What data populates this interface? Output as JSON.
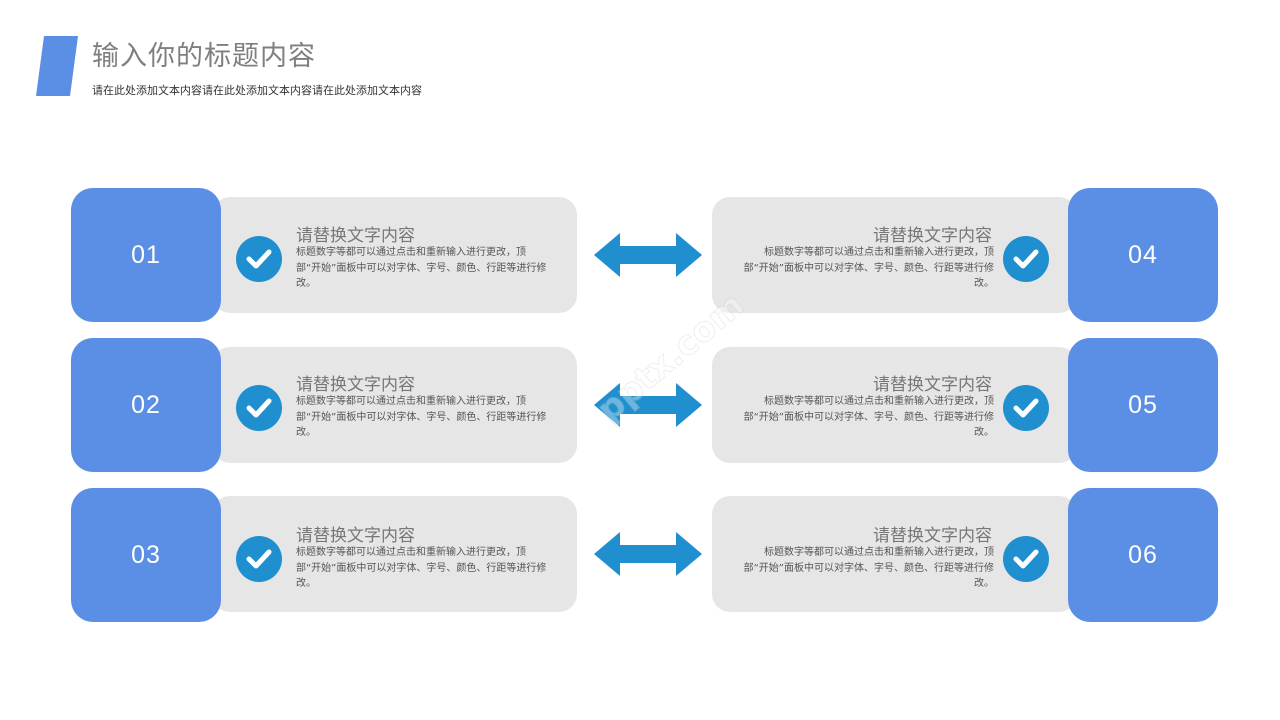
{
  "header": {
    "title": "输入你的标题内容",
    "subtitle": "请在此处添加文本内容请在此处添加文本内容请在此处添加文本内容",
    "accent_color": "#5b8ee5"
  },
  "items": [
    {
      "number": "01",
      "title": "请替换文字内容",
      "desc": "标题数字等都可以通过点击和重新输入进行更改，顶部“开始”面板中可以对字体、字号、颜色、行距等进行修改。"
    },
    {
      "number": "02",
      "title": "请替换文字内容",
      "desc": "标题数字等都可以通过点击和重新输入进行更改，顶部“开始”面板中可以对字体、字号、颜色、行距等进行修改。"
    },
    {
      "number": "03",
      "title": "请替换文字内容",
      "desc": "标题数字等都可以通过点击和重新输入进行更改，顶部“开始”面板中可以对字体、字号、颜色、行距等进行修改。"
    },
    {
      "number": "04",
      "title": "请替换文字内容",
      "desc": "标题数字等都可以通过点击和重新输入进行更改，顶部“开始”面板中可以对字体、字号、颜色、行距等进行修改。"
    },
    {
      "number": "05",
      "title": "请替换文字内容",
      "desc": "标题数字等都可以通过点击和重新输入进行更改，顶部“开始”面板中可以对字体、字号、颜色、行距等进行修改。"
    },
    {
      "number": "06",
      "title": "请替换文字内容",
      "desc": "标题数字等都可以通过点击和重新输入进行更改，顶部“开始”面板中可以对字体、字号、颜色、行距等进行修改。"
    }
  ],
  "icons": {
    "check": "check-circle-icon",
    "arrow": "double-arrow-icon"
  },
  "colors": {
    "number_box": "#5b8ee5",
    "card_bg": "#e6e6e6",
    "check_circle": "#1f8fcf",
    "arrow": "#1f8fcf"
  },
  "watermark": "pptx.com"
}
